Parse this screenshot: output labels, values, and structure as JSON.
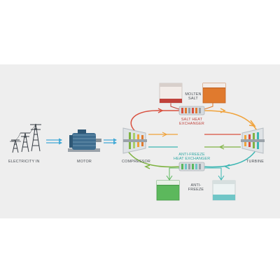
{
  "labels": {
    "electricity_in": "ELECTRICITY IN",
    "motor": "MOTOR",
    "compressor": "COMPRESSOR",
    "turbine": "TURBINE",
    "molten_salt_line1": "MOLTEN",
    "molten_salt_line2": "SALT",
    "salt_hx_line1": "SALT HEAT",
    "salt_hx_line2": "EXCHANGER",
    "antifreeze_hx_line1": "ANTI-FREEZE",
    "antifreeze_hx_line2": "HEAT EXCHANGER",
    "antifreeze_line1": "ANTI-",
    "antifreeze_line2": "FREEZE"
  },
  "colors": {
    "background_band": "#eeeeee",
    "hot_loop": "#f0a23a",
    "hot_loop_red": "#d9503f",
    "cold_loop": "#7fb342",
    "cold_loop_teal": "#3bb6b3",
    "arrow_blue": "#41a9d6",
    "hot_salt_tank": "#e07a2e",
    "cold_salt_tank": "#c0423b",
    "antifreeze_green": "#5cb85c",
    "antifreeze_teal": "#6fc6c7",
    "motor_blue": "#3e6d8f"
  }
}
